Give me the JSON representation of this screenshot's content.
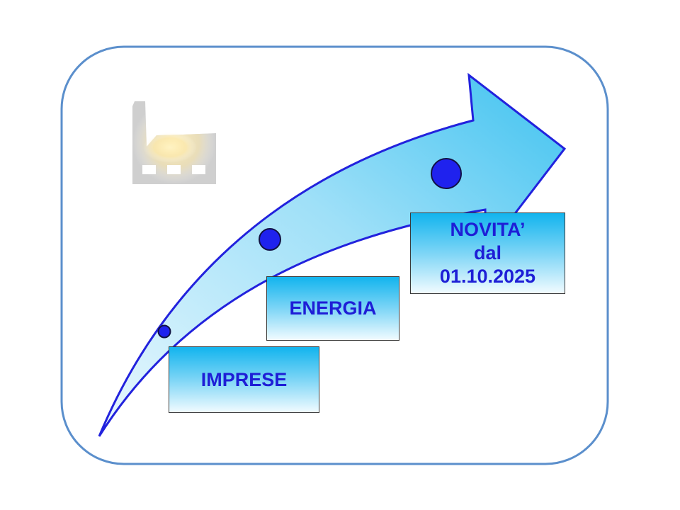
{
  "steps": {
    "imprese": "IMPRESE",
    "energia": "ENERGIA",
    "novita": {
      "line1": "NOVITA’",
      "line2": "dal",
      "line3": "01.10.2025"
    }
  },
  "icons": {
    "factory": "factory-icon",
    "arrow": "curved-arrow"
  },
  "colors": {
    "frame_border": "#5b8fcc",
    "arrow_fill": "#6fd2f5",
    "arrow_stroke": "#1e1ee0",
    "dot_fill": "#1f22ee",
    "box_text": "#1e1ed6",
    "factory": "#c8c8c8"
  }
}
